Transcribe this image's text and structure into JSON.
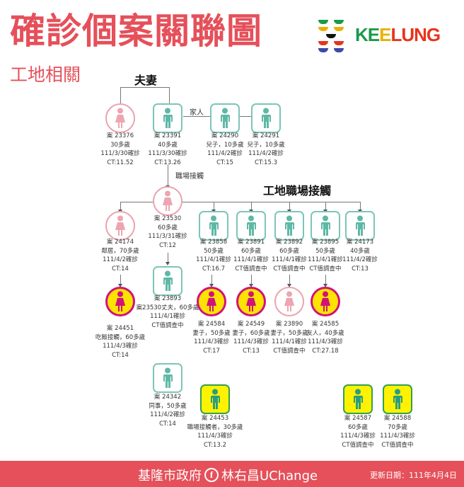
{
  "header": {
    "title": "確診個案關聯圖",
    "subtitle": "工地相關",
    "logo_text": [
      "K",
      "E",
      "E",
      "L",
      "U",
      "N",
      "G"
    ],
    "logo_colors": [
      "#1a9a4a",
      "#1a9a4a",
      "#e8b100",
      "#e8341c",
      "#e8341c",
      "#e8341c",
      "#e8341c"
    ]
  },
  "labels": {
    "couple": "夫妻",
    "family": "家人",
    "workplace_contact": "職場接觸",
    "site_workplace_contact": "工地職場接觸"
  },
  "legend_colors": {
    "teal_male": "#5fb8a6",
    "pink_female": "#eda5b1",
    "yellow_fill": "#fce300",
    "magenta": "#d1127a",
    "green_male": "#2a9d7f",
    "brand_red": "#e5505a"
  },
  "cases": [
    {
      "id": "23376",
      "case": "案 23376",
      "line1": "30多歲",
      "date": "111/3/30確診",
      "ct": "CT:11.52",
      "style": "pink-c",
      "gender": "female"
    },
    {
      "id": "23391",
      "case": "案 23391",
      "line1": "40多歲",
      "date": "111/3/30確診",
      "ct": "CT:13.26",
      "style": "teal-sq",
      "gender": "male"
    },
    {
      "id": "24290",
      "case": "案 24290",
      "line1": "兒子，10多歲",
      "date": "111/4/2確診",
      "ct": "CT:15",
      "style": "teal-sq",
      "gender": "male"
    },
    {
      "id": "24291",
      "case": "案 24291",
      "line1": "兒子，10多歲",
      "date": "111/4/2確診",
      "ct": "CT:15.3",
      "style": "teal-sq",
      "gender": "male"
    },
    {
      "id": "23530",
      "case": "案 23530",
      "line1": "60多歲",
      "date": "111/3/31確診",
      "ct": "CT:12",
      "style": "pink-c",
      "gender": "female"
    },
    {
      "id": "24174",
      "case": "案 24174",
      "line1": "鄰居，70多歲",
      "date": "111/4/2確診",
      "ct": "CT:14",
      "style": "pink-c",
      "gender": "female"
    },
    {
      "id": "23858",
      "case": "案 23858",
      "line1": "50多歲",
      "date": "111/4/1確診",
      "ct": "CT:16.7",
      "style": "teal-sq",
      "gender": "male"
    },
    {
      "id": "23891",
      "case": "案 23891",
      "line1": "60多歲",
      "date": "111/4/1確診",
      "ct": "CT值調查中",
      "style": "teal-sq",
      "gender": "male"
    },
    {
      "id": "23892",
      "case": "案 23892",
      "line1": "60多歲",
      "date": "111/4/1確診",
      "ct": "CT值調查中",
      "style": "teal-sq",
      "gender": "male"
    },
    {
      "id": "23895",
      "case": "案 23895",
      "line1": "50多歲",
      "date": "111/4/1確診",
      "ct": "CT值調查中",
      "style": "teal-sq",
      "gender": "male"
    },
    {
      "id": "24173",
      "case": "案 24173",
      "line1": "40多歲",
      "date": "111/4/2確診",
      "ct": "CT:13",
      "style": "teal-sq",
      "gender": "male"
    },
    {
      "id": "23893",
      "case": "案 23893",
      "line1": "案23530丈夫，60多歲",
      "date": "111/4/1確診",
      "ct": "CT值調查中",
      "style": "teal-sq",
      "gender": "male"
    },
    {
      "id": "24451",
      "case": "案 24451",
      "line1": "吃飯接觸，60多歲",
      "date": "111/4/3確診",
      "ct": "CT:14",
      "style": "yellow-c",
      "gender": "female"
    },
    {
      "id": "24584",
      "case": "案 24584",
      "line1": "妻子，50多歲",
      "date": "111/4/3確診",
      "ct": "CT:17",
      "style": "yellow-c",
      "gender": "female"
    },
    {
      "id": "24549",
      "case": "案 24549",
      "line1": "妻子，60多歲",
      "date": "111/4/3確診",
      "ct": "CT:13",
      "style": "yellow-c",
      "gender": "female"
    },
    {
      "id": "23890",
      "case": "案 23890",
      "line1": "妻子，50多歲",
      "date": "111/4/1確診",
      "ct": "CT值調查中",
      "style": "pink-c",
      "gender": "female"
    },
    {
      "id": "24585",
      "case": "案 24585",
      "line1": "友人，40多歲",
      "date": "111/4/3確診",
      "ct": "CT:27.18",
      "style": "yellow-c",
      "gender": "female"
    },
    {
      "id": "24342",
      "case": "案 24342",
      "line1": "同事，50多歲",
      "date": "111/4/2確診",
      "ct": "CT:14",
      "style": "teal-sq",
      "gender": "male"
    },
    {
      "id": "24453",
      "case": "案 24453",
      "line1": "職場接觸者，30多歲",
      "date": "111/4/3確診",
      "ct": "CT:13.2",
      "style": "yellow-sq",
      "gender": "male"
    },
    {
      "id": "24587",
      "case": "案 24587",
      "line1": "60多歲",
      "date": "111/4/3確診",
      "ct": "CT值調查中",
      "style": "yellow-sq",
      "gender": "male"
    },
    {
      "id": "24588",
      "case": "案 24588",
      "line1": "70多歲",
      "date": "111/4/3確診",
      "ct": "CT值調查中",
      "style": "yellow-sq",
      "gender": "male"
    }
  ],
  "footer": {
    "org": "基隆市政府",
    "page": "林右昌UChange",
    "fb_glyph": "f",
    "updated": "更新日期：111年4月4日"
  }
}
